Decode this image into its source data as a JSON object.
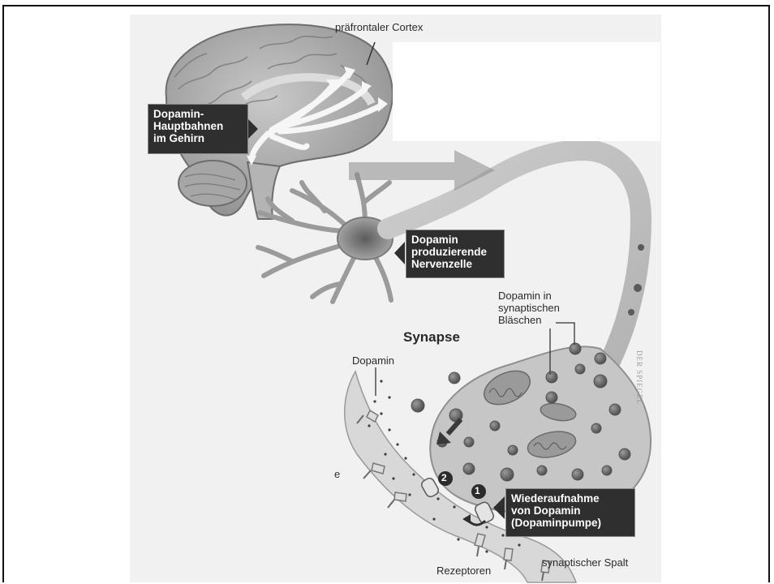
{
  "labels": {
    "cortex": "präfrontaler Cortex",
    "pathways": [
      "Dopamin-",
      "Hauptbahnen",
      "im Gehirn"
    ],
    "neuron": [
      "Dopamin",
      "produzierende",
      "Nervenzelle"
    ],
    "vesicles": [
      "Dopamin in",
      "synaptischen",
      "Bläschen"
    ],
    "synapse": "Synapse",
    "dopamine": "Dopamin",
    "reuptake": [
      "Wiederaufnahme",
      "von Dopamin",
      "(Dopaminpumpe)"
    ],
    "receptors": "Rezeptoren",
    "cleft": "synaptischer Spalt",
    "marker1": "1",
    "marker2": "2",
    "credit": "DER SPIEGEL",
    "stray_letter": "e"
  }
}
